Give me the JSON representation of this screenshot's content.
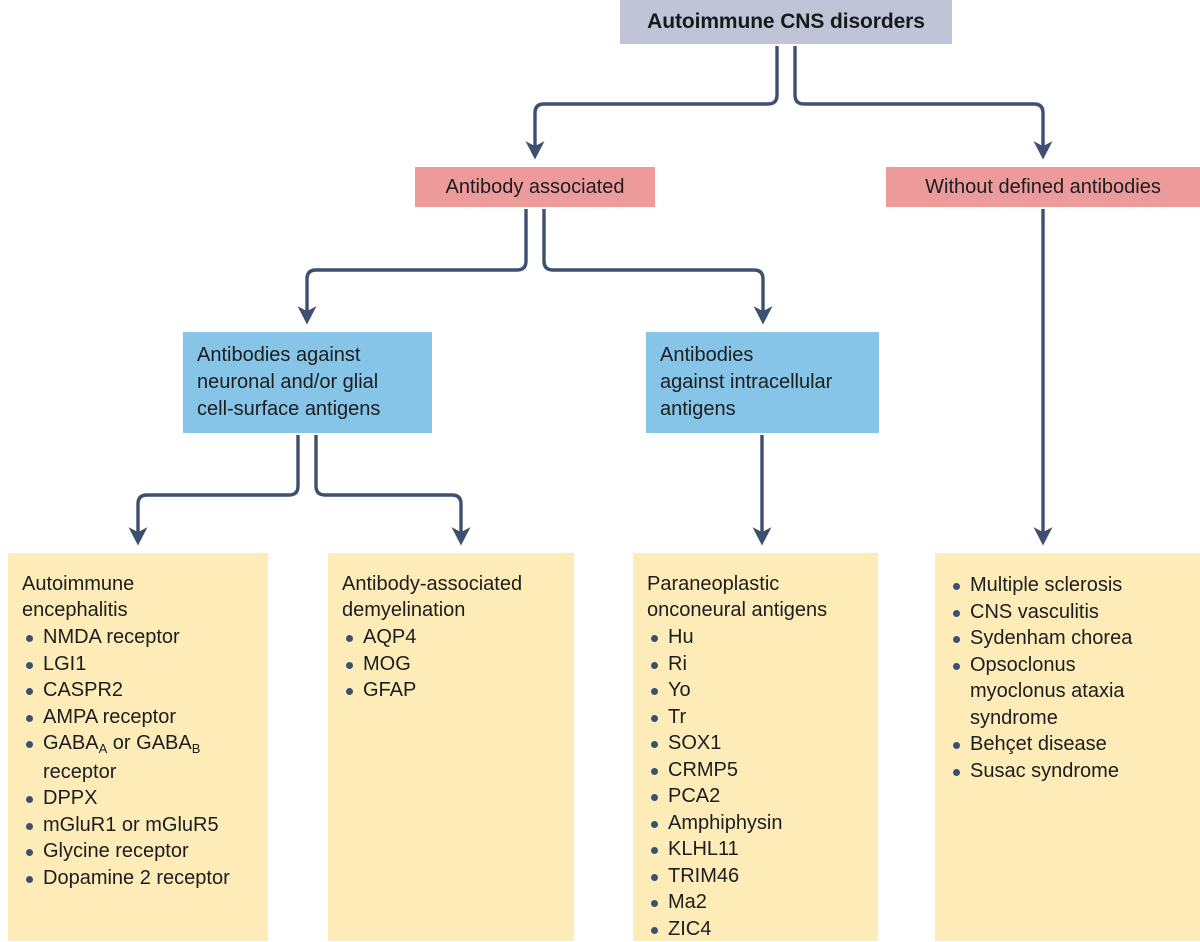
{
  "diagram": {
    "title": "Autoimmune CNS disorders classification flowchart",
    "colors": {
      "root_box": "#bfc5d6",
      "level1_box": "#ed9a9a",
      "level2_box": "#86c5e8",
      "leaf_box": "#fdecb8",
      "connector": "#3d5070",
      "bullet": "#3a5070",
      "text": "#1d1d1f",
      "background": "#ffffff"
    },
    "root": {
      "label": "Autoimmune CNS disorders"
    },
    "level1": {
      "antibody_associated": "Antibody associated",
      "without_defined_antibodies": "Without defined antibodies"
    },
    "level2": {
      "cell_surface": "Antibodies against\nneuronal and/or glial\ncell-surface antigens",
      "intracellular": "Antibodies\nagainst intracellular\nantigens"
    },
    "leaves": [
      {
        "heading": "Autoimmune\nencephalitis",
        "items": [
          {
            "text": "NMDA receptor"
          },
          {
            "text": "LGI1"
          },
          {
            "text": "CASPR2"
          },
          {
            "text": "AMPA receptor"
          },
          {
            "text": "GABA",
            "sub1": "A",
            "mid": " or GABA",
            "sub2": "B",
            "tail": "\nreceptor"
          },
          {
            "text": "DPPX"
          },
          {
            "text": "mGluR1 or mGluR5"
          },
          {
            "text": "Glycine receptor"
          },
          {
            "text": "Dopamine 2 receptor"
          }
        ]
      },
      {
        "heading": "Antibody-associated\ndemyelination",
        "items": [
          {
            "text": "AQP4"
          },
          {
            "text": "MOG"
          },
          {
            "text": "GFAP"
          }
        ]
      },
      {
        "heading": "Paraneoplastic\nonconeural antigens",
        "items": [
          {
            "text": "Hu"
          },
          {
            "text": "Ri"
          },
          {
            "text": "Yo"
          },
          {
            "text": "Tr"
          },
          {
            "text": "SOX1"
          },
          {
            "text": "CRMP5"
          },
          {
            "text": "PCA2"
          },
          {
            "text": "Amphiphysin"
          },
          {
            "text": "KLHL11"
          },
          {
            "text": "TRIM46"
          },
          {
            "text": "Ma2"
          },
          {
            "text": "ZIC4"
          }
        ]
      },
      {
        "heading": "",
        "items": [
          {
            "text": "Multiple sclerosis"
          },
          {
            "text": "CNS vasculitis"
          },
          {
            "text": "Sydenham chorea"
          },
          {
            "text": "Opsoclonus\nmyoclonus ataxia\nsyndrome"
          },
          {
            "text": "Behçet disease"
          },
          {
            "text": "Susac syndrome"
          }
        ]
      }
    ]
  }
}
